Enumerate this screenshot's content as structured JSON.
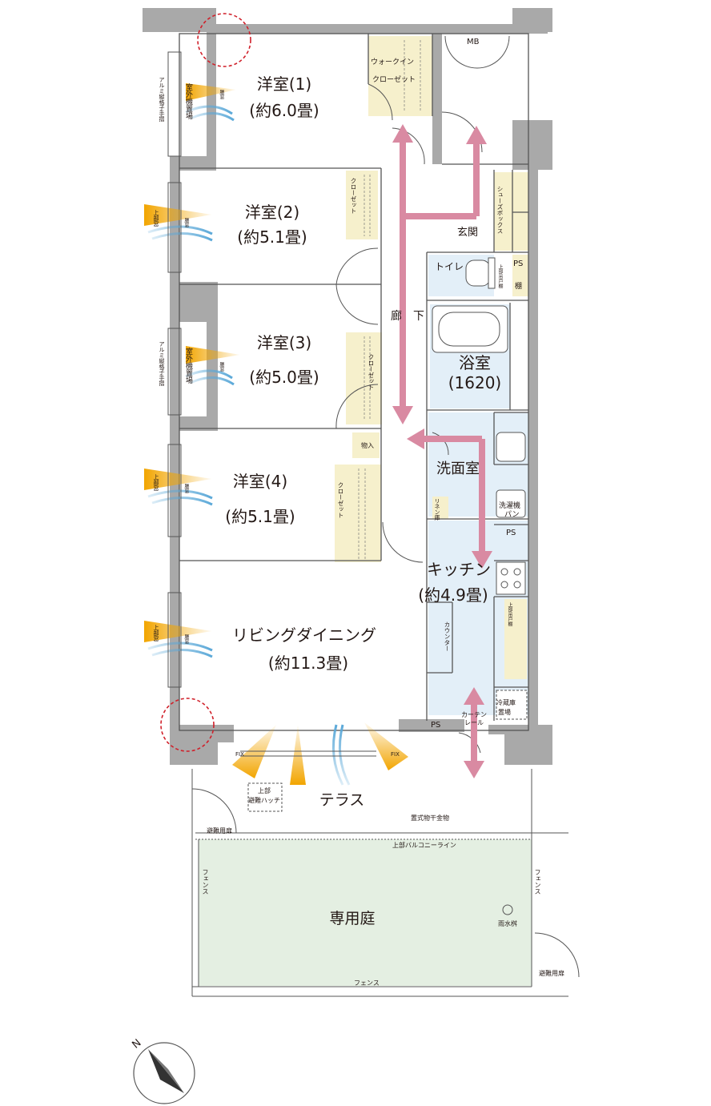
{
  "rooms": {
    "room1": {
      "name": "洋室(1)",
      "size": "(約6.0畳)"
    },
    "room2": {
      "name": "洋室(2)",
      "size": "(約5.1畳)"
    },
    "room3": {
      "name": "洋室(3)",
      "size": "(約5.0畳)"
    },
    "room4": {
      "name": "洋室(4)",
      "size": "(約5.1畳)"
    },
    "living": {
      "name": "リビングダイニング",
      "size": "(約11.3畳)"
    },
    "kitchen": {
      "name": "キッチン",
      "size": "(約4.9畳)"
    },
    "bath": {
      "name": "浴室",
      "size": "(1620)"
    },
    "washroom": "洗面室",
    "toilet": "トイレ",
    "entrance": "玄関",
    "corridor": "廊　下",
    "terrace": "テラス",
    "garden": "専用庭"
  },
  "labels": {
    "walkin_1": "ウォークイン",
    "walkin_2": "クローゼット",
    "closet": "クローゼット",
    "mb": "MB",
    "shoebox": "シューズボックス",
    "ps": "PS",
    "shelf": "棚",
    "upper_cabinet": "上部吊戸棚",
    "storage": "物入",
    "linen": "リネン庫",
    "laundry_1": "洗濯機",
    "laundry_2": "パン",
    "counter": "カウンター",
    "fridge_1": "冷蔵庫",
    "fridge_2": "置場",
    "curtain_1": "カーテン",
    "curtain_2": "レール",
    "outdoor_unit": "室外機置場",
    "alu_rail": "アルミ縦格子手摺",
    "upper_window": "上部窓",
    "waist_window": "腰窓",
    "fix": "FIX",
    "hatch_1": "上部",
    "hatch_2": "避難ハッチ",
    "laundry_hardware": "置式物干金物",
    "upper_balcony": "上部バルコニーライン",
    "escape_door": "避難用扉",
    "fence": "フェンス",
    "rain_basin": "雨水桝",
    "north": "N"
  },
  "colors": {
    "wall": "#a9a9a9",
    "wet_area": "#e3eff8",
    "storage": "#f6f0cc",
    "garden": "#e4efe2",
    "arrow": "#d98aa2",
    "wind": "#f2a500",
    "breeze": "#5aa8d8",
    "vent_circle": "#d0202a"
  }
}
